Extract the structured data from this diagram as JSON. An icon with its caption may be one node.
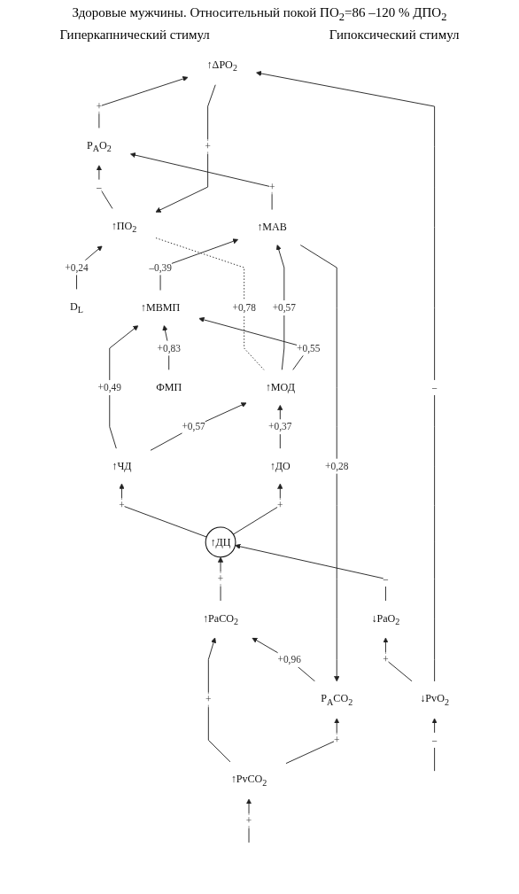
{
  "diagram": {
    "nodes": [
      {
        "text": [
          "↑ПО$_{2}$"
        ]
      },
      {
        "text": [
          "D$_{L}$"
        ]
      },
      {
        "text": [
          "↑ΔPO$_{2}$"
        ]
      },
      {
        "text": [
          "P$_{A}$CO$_{2}$"
        ]
      },
      {
        "text": [
          "P$_{A}$O$_{2}$"
        ]
      },
      {
        "text": [
          "↑МАВ"
        ]
      },
      {
        "text": [
          "↑МВМП"
        ]
      },
      {
        "text": [
          "↑МОД"
        ]
      },
      {
        "text": [
          "ФМП"
        ]
      },
      {
        "text": [
          "↑ЧД"
        ]
      },
      {
        "text": [
          "↑ДО"
        ]
      },
      {
        "text": [
          "↑ДЦ"
        ]
      },
      {
        "text": [
          "↑PaCO$_{2}$"
        ]
      },
      {
        "text": [
          "↓PaO$_{2}$"
        ]
      },
      {
        "text": [
          "↑PvCO$_{2}$"
        ]
      },
      {
        "text": [
          "↓PvO$_{2}$"
        ]
      }
    ],
    "edges": [
      {
        "from": 2,
        "to": 0,
        "arrow": "to",
        "label": "+"
      },
      {
        "from": 1,
        "to": 0,
        "arrow": "to",
        "label": "+0,24"
      },
      {
        "from": 0,
        "to": 4,
        "arrow": "to",
        "label": "–"
      },
      {
        "from": 4,
        "to": 2,
        "arrow": "to",
        "label": "+"
      },
      {
        "from": 5,
        "to": 4,
        "arrow": "to",
        "label": "+"
      },
      {
        "from": 5,
        "to": 3,
        "arrow": "to",
        "label": "+0,28"
      },
      {
        "from": 7,
        "to": 0,
        "arrow": "none",
        "style": "dashed",
        "label": "+0,78"
      },
      {
        "from": 6,
        "to": 5,
        "arrow": "to",
        "label": "–0,39"
      },
      {
        "from": 7,
        "to": 5,
        "arrow": "to",
        "label": "+0,57"
      },
      {
        "from": 7,
        "to": 6,
        "arrow": "to",
        "label": "+0,55"
      },
      {
        "from": 8,
        "to": 6,
        "arrow": "to",
        "label": "+0,83"
      },
      {
        "from": 9,
        "to": 6,
        "arrow": "to",
        "label": "+0,49"
      },
      {
        "from": 9,
        "to": 7,
        "arrow": "to",
        "label": "+0,57"
      },
      {
        "from": 10,
        "to": 7,
        "arrow": "to",
        "label": "+0,37"
      },
      {
        "from": 11,
        "to": 9,
        "arrow": "to",
        "label": "+"
      },
      {
        "from": 11,
        "to": 10,
        "arrow": "to",
        "label": "+"
      },
      {
        "from": 12,
        "to": 11,
        "arrow": "to",
        "label": "+"
      },
      {
        "from": 13,
        "to": 11,
        "arrow": "to",
        "label": "–"
      },
      {
        "from": 14,
        "to": 12,
        "arrow": "to",
        "label": "+"
      },
      {
        "from": 15,
        "to": 13,
        "arrow": "to",
        "label": "+"
      },
      {
        "from": 14,
        "to": 3,
        "arrow": "to",
        "label": "+"
      },
      {
        "from": 3,
        "to": 12,
        "arrow": "to",
        "label": "+0,96"
      },
      {
        "from": 15,
        "to": 2,
        "arrow": "to",
        "label": "–"
      },
      {
        "from": null,
        "to": 14,
        "arrow": "to",
        "label": "+"
      },
      {
        "from": null,
        "to": 15,
        "arrow": "to",
        "label": "–"
      }
    ],
    "labels": [
      "Здоровые мужчины. Относительный покой ПО$_{2}$=86 –120 % ДПО$_{2}$",
      "Гиперкапнический стимул",
      "Гипоксический стимул"
    ]
  }
}
